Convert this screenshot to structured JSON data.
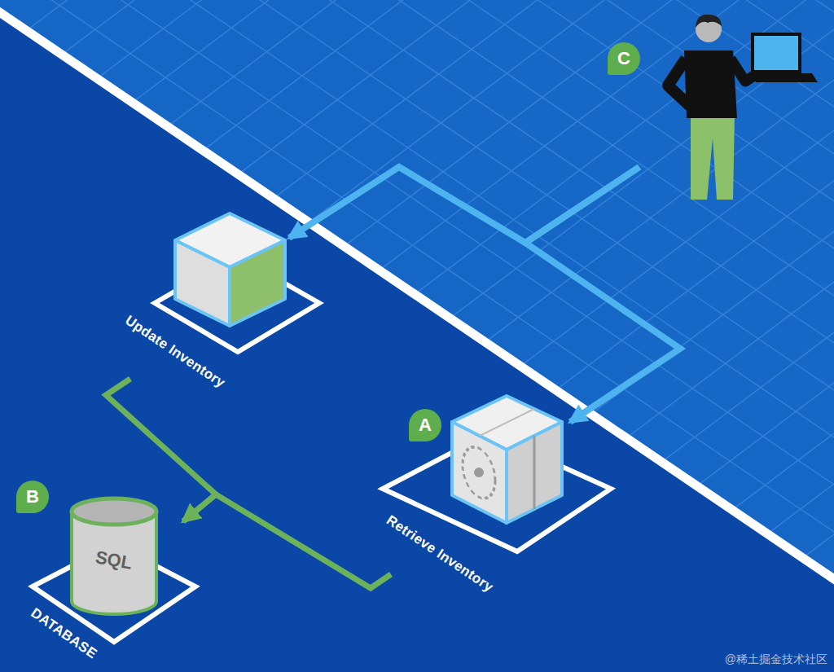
{
  "diagram": {
    "nodes": [
      {
        "text": [
          "C"
        ]
      },
      {
        "text": [
          "Update Inventory"
        ]
      },
      {
        "text": [
          "A",
          "Retrieve Inventory"
        ]
      },
      {
        "text": [
          "B",
          "SQL",
          "DATABASE"
        ]
      }
    ],
    "edges": [
      {
        "from": 0,
        "to": 1,
        "arrow": "to"
      },
      {
        "from": 0,
        "to": 2,
        "arrow": "to"
      },
      {
        "from": 1,
        "to": 3,
        "arrow": "to"
      },
      {
        "from": 2,
        "to": 3,
        "arrow": "to"
      }
    ],
    "labels": [
      "@稀土掘金技术社区"
    ]
  }
}
